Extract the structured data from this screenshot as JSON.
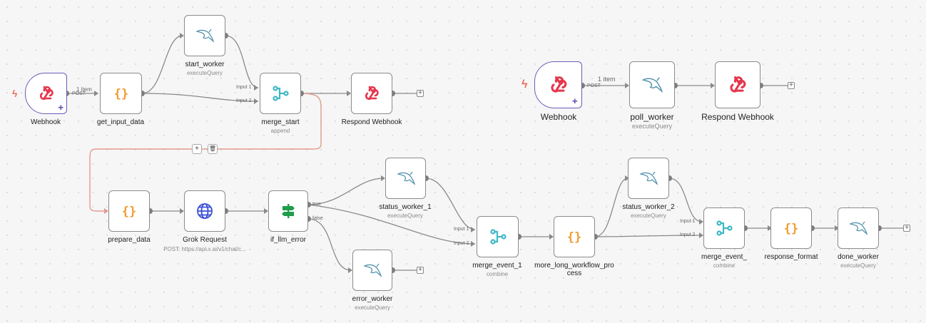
{
  "colors": {
    "trigger_border": "#6f5bb8",
    "bolt": "#ef6b5b",
    "code_icon": "#f29b2e",
    "merge_icon": "#3fb8c6",
    "http_icon": "#3b4fd8",
    "if_icon": "#1e9e4a",
    "webhook_icon": "#e5354b",
    "edge_error": "#e39a8e"
  },
  "nodes": {
    "webhook_1": {
      "label": "Webhook"
    },
    "get_input_data": {
      "label": "get_input_data"
    },
    "start_worker": {
      "label": "start_worker",
      "sub": "executeQuery"
    },
    "merge_start": {
      "label": "merge_start",
      "sub": "append"
    },
    "respond_webhook_1": {
      "label": "Respond Webhook"
    },
    "prepare_data": {
      "label": "prepare_data"
    },
    "grok_request": {
      "label": "Grok Request",
      "sub": "POST: https://api.x.ai/v1/chat/c..."
    },
    "if_llm_error": {
      "label": "if_llm_error"
    },
    "status_worker_1": {
      "label": "status_worker_1",
      "sub": "executeQuery"
    },
    "error_worker": {
      "label": "error_worker",
      "sub": "executeQuery"
    },
    "merge_event_1": {
      "label": "merge_event_1",
      "sub": "combine"
    },
    "more_long": {
      "label_line1": "more_long_workflow_pro",
      "label_line2": "cess"
    },
    "status_worker_2": {
      "label": "status_worker_2",
      "sub": "executeQuery"
    },
    "merge_event_2": {
      "label": "merge_event_",
      "sub": "combine"
    },
    "response_format": {
      "label": "response_format"
    },
    "done_worker": {
      "label": "done_worker",
      "sub": "executeQuery"
    },
    "webhook_2": {
      "label": "Webhook"
    },
    "poll_worker": {
      "label": "poll_worker",
      "sub": "executeQuery"
    },
    "respond_webhook_2": {
      "label": "Respond Webhook"
    }
  },
  "edge_labels": {
    "items_1": "1 item",
    "method_1": "POST",
    "items_2": "1 item",
    "method_2": "POST",
    "input1": "Input 1",
    "input2": "Input 2",
    "true_lbl": "true",
    "false_lbl": "false"
  },
  "controls": {
    "add": "+",
    "delete": "🗑"
  }
}
